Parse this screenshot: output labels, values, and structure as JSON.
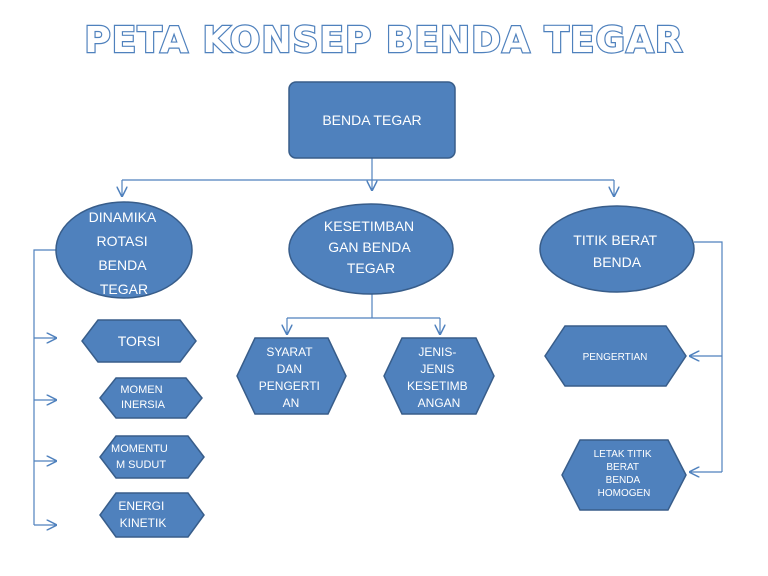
{
  "title": "PETA KONSEP BENDA TEGAR",
  "colors": {
    "node_fill": "#4f81bd",
    "node_border": "#385d8a",
    "connector": "#4f81bd",
    "node_text": "#ffffff"
  },
  "nodes": {
    "root": [
      "BENDA TEGAR"
    ],
    "dinamika": [
      "DINAMIKA",
      "ROTASI",
      "BENDA",
      "TEGAR"
    ],
    "kesetimbangan": [
      "KESETIMBAN",
      "GAN BENDA",
      "TEGAR"
    ],
    "titik_berat": [
      "TITIK BERAT",
      "BENDA"
    ],
    "torsi": [
      "TORSI"
    ],
    "momen_inersia": [
      "MOMEN",
      "INERSIA"
    ],
    "momentum_sudut": [
      "MOMENTU",
      "M SUDUT"
    ],
    "energi_kinetik": [
      "ENERGI",
      "KINETIK"
    ],
    "syarat": [
      "SYARAT",
      "DAN",
      "PENGERTI",
      "AN"
    ],
    "jenis": [
      "JENIS-",
      "JENIS",
      "KESETIMB",
      "ANGAN"
    ],
    "pengertian": [
      "PENGERTIAN"
    ],
    "letak": [
      "LETAK TITIK",
      "BERAT",
      "BENDA",
      "HOMOGEN"
    ]
  }
}
